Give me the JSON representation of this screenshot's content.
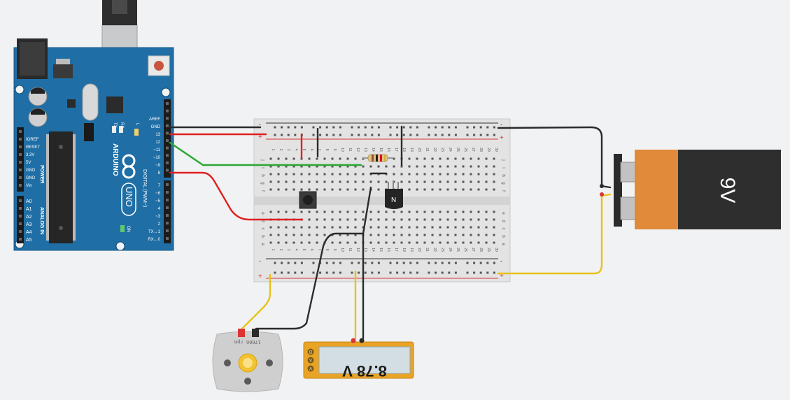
{
  "arduino": {
    "brand": "ARDUINO",
    "model": "UNO",
    "on_label": "ON",
    "tx": "TX",
    "rx": "RX",
    "l": "L",
    "power_header": [
      "IOREF",
      "RESET",
      "3.3V",
      "5V",
      "GND",
      "GND",
      "Vin"
    ],
    "power_title": "POWER",
    "analog_header": [
      "A0",
      "A1",
      "A2",
      "A3",
      "A4",
      "A5"
    ],
    "analog_title": "ANALOG IN",
    "digital_top": [
      "AREF",
      "GND",
      "13",
      "12",
      "~11",
      "~10",
      "~9",
      "8"
    ],
    "digital_bottom": [
      "7",
      "~6",
      "~5",
      "4",
      "~3",
      "2",
      "TX→1",
      "RX←0"
    ],
    "digital_title": "DIGITAL (PWM~)"
  },
  "breadboard": {
    "column_numbers": [
      "1",
      "2",
      "3",
      "4",
      "5",
      "6",
      "7",
      "8",
      "9",
      "10",
      "11",
      "12",
      "13",
      "14",
      "15",
      "16",
      "17",
      "18",
      "19",
      "20",
      "21",
      "22",
      "23",
      "24",
      "25",
      "26",
      "27",
      "28",
      "29",
      "30"
    ],
    "rows_top": [
      "j",
      "i",
      "h",
      "g",
      "f"
    ],
    "rows_bottom": [
      "e",
      "d",
      "c",
      "b",
      "a"
    ],
    "rail_plus": "+",
    "rail_minus": "-"
  },
  "transistor": {
    "label": "N"
  },
  "battery": {
    "label": "9V"
  },
  "motor": {
    "rpm_text": "17666 rpm"
  },
  "multimeter": {
    "reading": "8.78 V",
    "modes": [
      "A",
      "V",
      "Ω"
    ]
  },
  "colors": {
    "board": "#1f6fa6",
    "wire_red": "#e02020",
    "wire_black": "#2b2b2b",
    "wire_green": "#29a832",
    "wire_yellow": "#e8c21a",
    "battery_orange": "#e08a3a",
    "multimeter_frame": "#e9a325"
  }
}
